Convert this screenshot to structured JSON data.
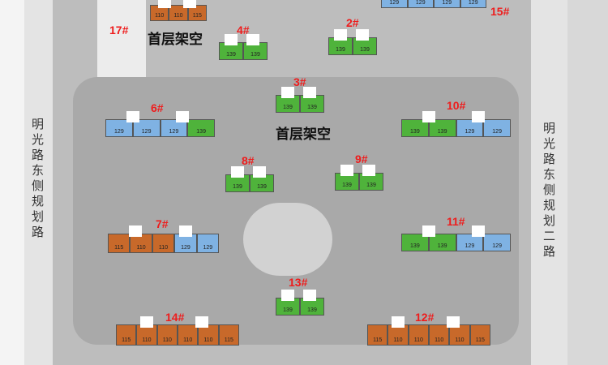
{
  "colors": {
    "139": "#4fb33b",
    "129": "#7fb2e3",
    "115": "#c8692a",
    "110": "#c8692a",
    "label": "#ee1c1c"
  },
  "roads": {
    "left": "明光路东侧规划路",
    "right": "明光路东侧规划二路"
  },
  "notes": [
    "首层架空",
    "首层架空"
  ],
  "buildings": [
    {
      "id": "17#",
      "units": [
        "110",
        "110",
        "115"
      ]
    },
    {
      "id": "4#",
      "units": [
        "139",
        "139"
      ]
    },
    {
      "id": "2#",
      "units": [
        "139",
        "139"
      ]
    },
    {
      "id": "15#",
      "units": [
        "129",
        "129",
        "129",
        "129"
      ]
    },
    {
      "id": "3#",
      "units": [
        "139",
        "139"
      ]
    },
    {
      "id": "6#",
      "units": [
        "129",
        "129",
        "129",
        "139"
      ]
    },
    {
      "id": "10#",
      "units": [
        "139",
        "139",
        "129",
        "129"
      ]
    },
    {
      "id": "8#",
      "units": [
        "139",
        "139"
      ]
    },
    {
      "id": "9#",
      "units": [
        "139",
        "139"
      ]
    },
    {
      "id": "7#",
      "units": [
        "115",
        "110",
        "110",
        "129",
        "129"
      ]
    },
    {
      "id": "11#",
      "units": [
        "139",
        "139",
        "129",
        "129"
      ]
    },
    {
      "id": "13#",
      "units": [
        "139",
        "139"
      ]
    },
    {
      "id": "14#",
      "units": [
        "115",
        "110",
        "110",
        "110",
        "110",
        "115"
      ]
    },
    {
      "id": "12#",
      "units": [
        "115",
        "110",
        "110",
        "110",
        "110",
        "115"
      ]
    }
  ]
}
